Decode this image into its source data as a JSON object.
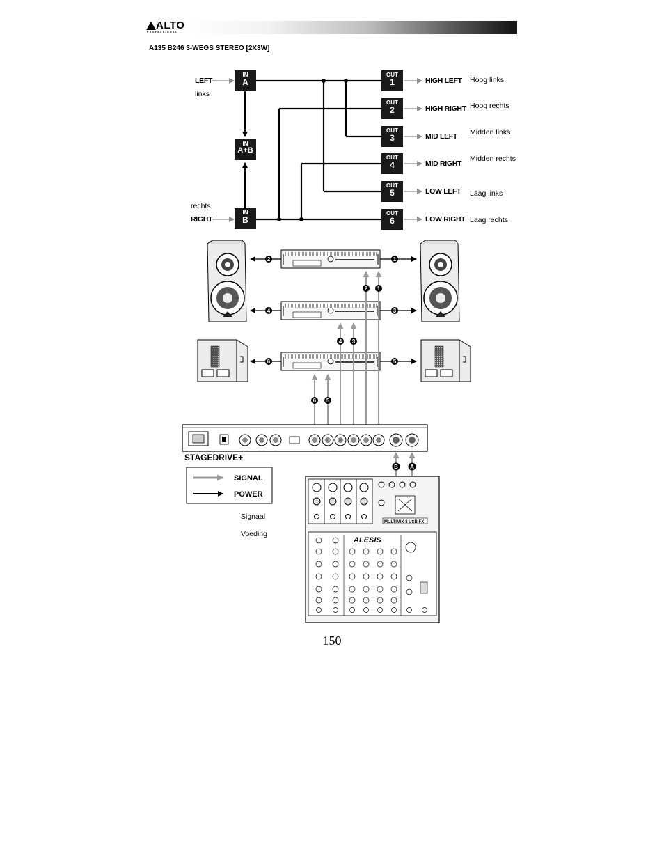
{
  "header": {
    "brand": "ALTO",
    "brand_sub": "PROFESSIONAL",
    "subtitle": "A135 B246 3-WEGS STEREO [2X3W]"
  },
  "routing": {
    "inputs": [
      {
        "tag": "IN",
        "name": "A",
        "label": "LEFT",
        "translation": "links"
      },
      {
        "tag": "IN",
        "name": "A+B"
      },
      {
        "tag": "IN",
        "name": "B",
        "label": "RIGHT",
        "translation": "rechts"
      }
    ],
    "outputs": [
      {
        "tag": "OUT",
        "number": "1",
        "label": "HIGH LEFT",
        "translation": "Hoog links"
      },
      {
        "tag": "OUT",
        "number": "2",
        "label": "HIGH RIGHT",
        "translation": "Hoog rechts"
      },
      {
        "tag": "OUT",
        "number": "3",
        "label": "MID LEFT",
        "translation": "Midden links"
      },
      {
        "tag": "OUT",
        "number": "4",
        "label": "MID RIGHT",
        "translation": "Midden rechts"
      },
      {
        "tag": "OUT",
        "number": "5",
        "label": "LOW LEFT",
        "translation": "Laag links"
      },
      {
        "tag": "OUT",
        "number": "6",
        "label": "LOW RIGHT",
        "translation": "Laag rechts"
      }
    ]
  },
  "setup": {
    "device_name": "STAGEDRIVE+",
    "mixer_brand": "ALESIS",
    "mixer_model": "MULTIMIX 8 USB FX",
    "connector_badges": [
      "A",
      "B"
    ],
    "legend": [
      {
        "label": "SIGNAL",
        "translation": "Signaal",
        "color": "#8f8f8f"
      },
      {
        "label": "POWER",
        "translation": "Voeding",
        "color": "#000000"
      }
    ]
  },
  "footer": {
    "page_number": "150"
  }
}
